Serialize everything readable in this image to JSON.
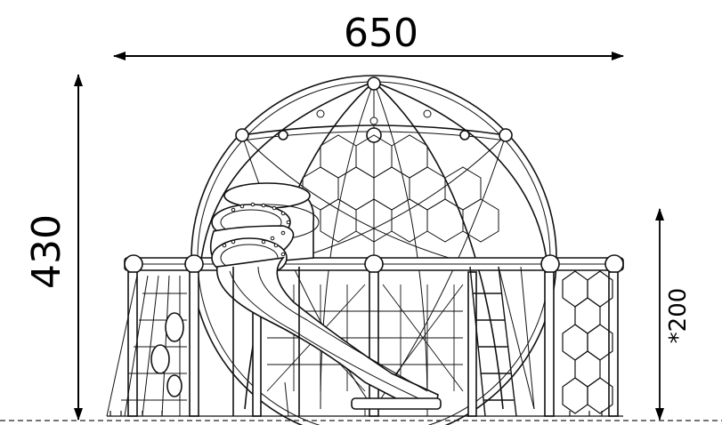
{
  "dimensions": {
    "width": "650",
    "height": "430",
    "platform_height": "*200"
  },
  "colors": {
    "line": "#111111",
    "background": "#ffffff"
  }
}
